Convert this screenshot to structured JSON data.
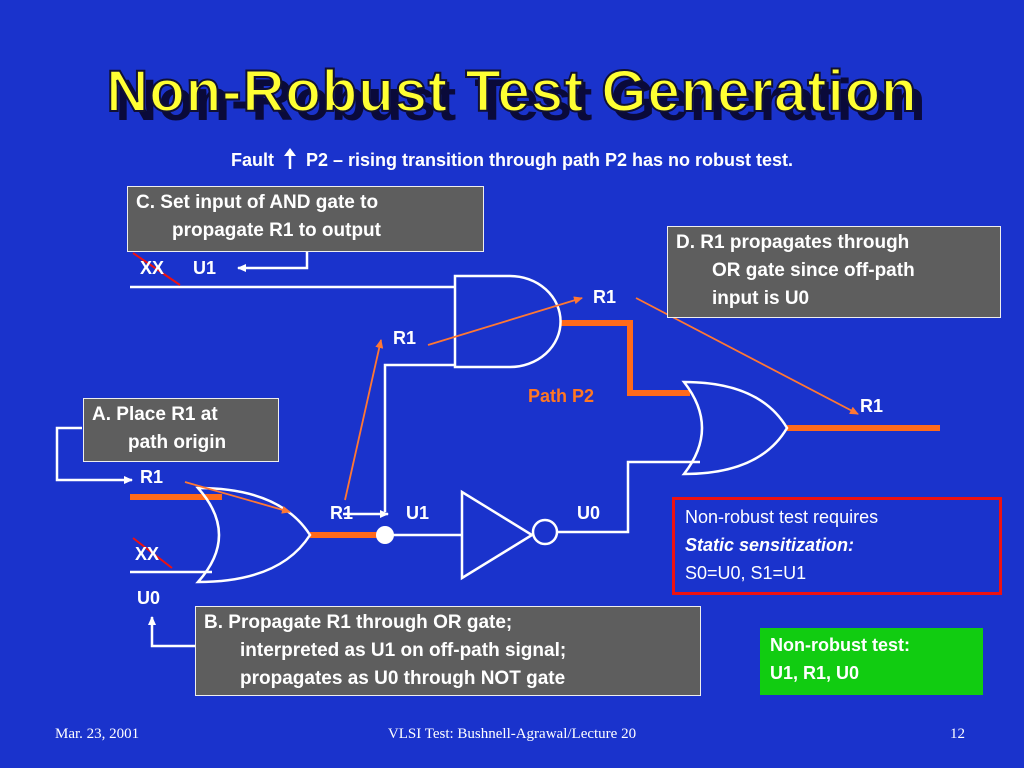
{
  "title": "Non-Robust Test Generation",
  "subtitle": {
    "prefix": "Fault",
    "arrow_icon": "up-arrow-icon",
    "rest": "P2 – rising transition through path P2 has no robust test."
  },
  "boxes": {
    "c": {
      "line1": "C. Set input of AND gate to",
      "line2": "propagate R1 to output"
    },
    "d": {
      "line1": "D. R1 propagates through",
      "line2": "OR gate since off-path",
      "line3": "input is U0"
    },
    "a": {
      "line1": "A. Place R1 at",
      "line2": "path origin"
    },
    "b": {
      "line1": "B. Propagate R1 through OR gate;",
      "line2": "interpreted as U1 on off-path signal;",
      "line3": "propagates as U0 through NOT gate"
    }
  },
  "red_box": {
    "line1": "Non-robust test requires",
    "line2": "Static sensitization:",
    "line3": "S0=U0, S1=U1"
  },
  "green_box": {
    "line1": "Non-robust test:",
    "line2": "U1, R1, U0"
  },
  "signals": {
    "top_xx": "XX",
    "top_u1": "U1",
    "and_out_r1": "R1",
    "and_in_r1": "R1",
    "path_p2": "Path P2",
    "or_out_r1": "R1",
    "origin_r1": "R1",
    "or1_out_r1": "R1",
    "branch_u1": "U1",
    "not_out_u0": "U0",
    "bottom_xx": "XX",
    "bottom_u0": "U0"
  },
  "footer": {
    "date": "Mar. 23, 2001",
    "center": "VLSI Test: Bushnell-Agrawal/Lecture 20",
    "page": "12"
  },
  "colors": {
    "background": "#1a33cc",
    "title": "#ffff33",
    "path": "#ff6a1a",
    "annotation_arrow": "#ff7733",
    "box": "#5e5e5e",
    "red_border": "#ee1111",
    "green": "#11cc11"
  }
}
